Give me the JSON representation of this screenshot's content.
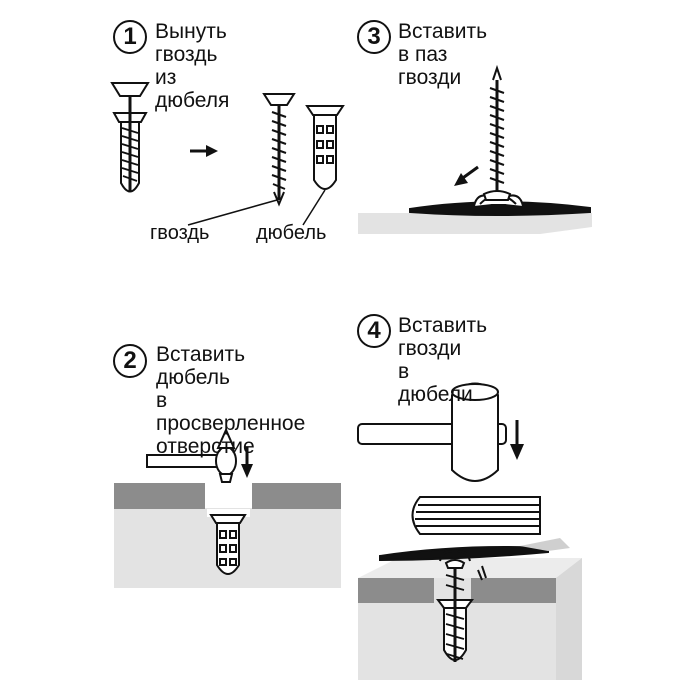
{
  "steps": [
    {
      "number": "1",
      "text": "Вынуть гвоздь\nиз дюбеля"
    },
    {
      "number": "2",
      "text": "Вставить дюбель\nв просверленное\nотверстие"
    },
    {
      "number": "3",
      "text": "Вставить в паз\nгвозди"
    },
    {
      "number": "4",
      "text": "Вставить гвозди\nв дюбели"
    }
  ],
  "labels": {
    "nail": "гвоздь",
    "dowel": "дюбель"
  }
}
